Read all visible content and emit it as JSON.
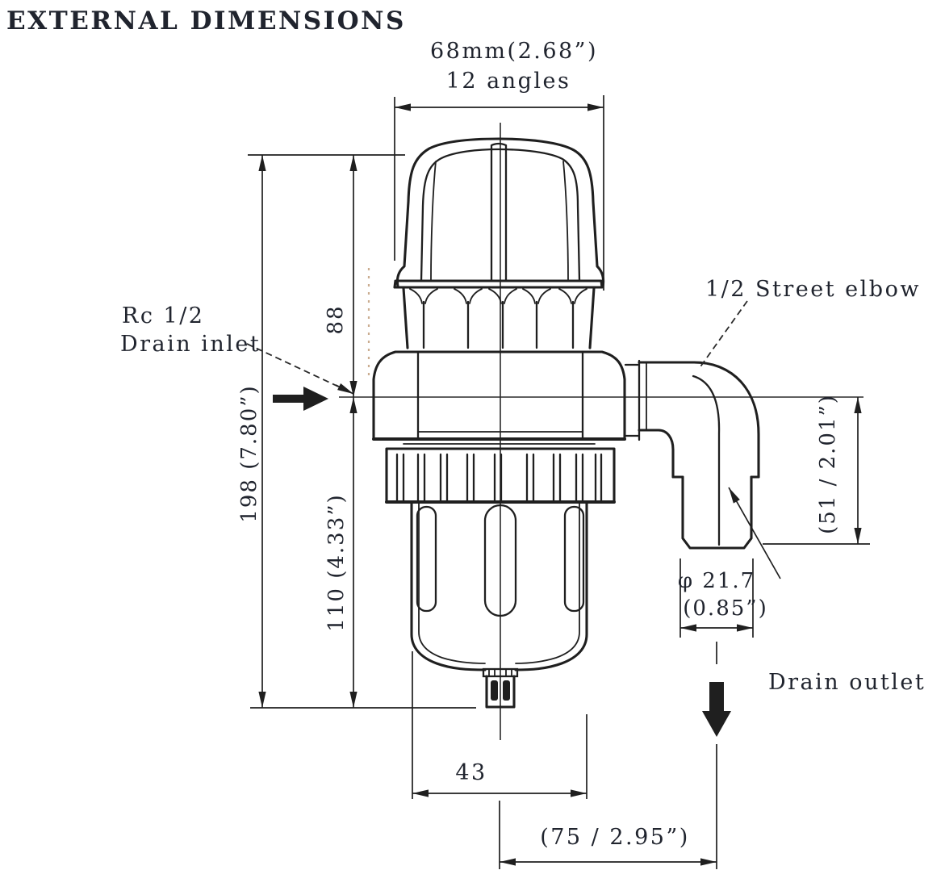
{
  "title": "EXTERNAL DIMENSIONS",
  "annotations": {
    "width_top": "68mm(2.68”)",
    "width_top_note": "12 angles",
    "inlet_line1": "Rc 1/2",
    "inlet_line2": "Drain inlet",
    "street_elbow": "1/2 Street elbow",
    "drain_outlet": "Drain outlet"
  },
  "dimensions": {
    "overall_height_mm_in": "198 (7.80”)",
    "upper_height_mm": "88",
    "bowl_height_mm_in": "110 (4.33”)",
    "elbow_drop_mm_in": "(51 / 2.01”)",
    "outlet_dia_mm": "φ 21.7",
    "outlet_dia_in": "(0.85”)",
    "bowl_width_mm": "43",
    "outlet_offset_mm_in": "(75 / 2.95”)"
  },
  "colors": {
    "background": "#ffffff",
    "line": "#1f1f1f",
    "text": "#20242e"
  }
}
